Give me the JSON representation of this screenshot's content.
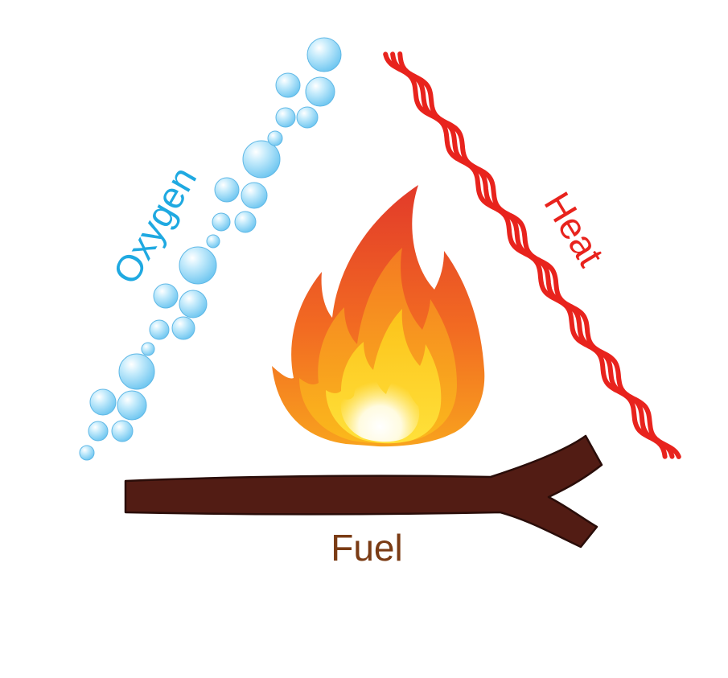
{
  "labels": {
    "oxygen": "Oxygen",
    "heat": "Heat",
    "fuel": "Fuel"
  },
  "colors": {
    "oxygen": "#1fa9e1",
    "heat": "#e8231d",
    "fuel": "#7a3b14",
    "log_fill": "#521c14",
    "log_outline": "#2a0d09",
    "bubble_fill": "#8fd3f5",
    "flame_outer": "#e8522c",
    "flame_mid": "#f6921e",
    "flame_inner": "#ffd11a"
  },
  "icons": {
    "oxygen": "bubbles-icon",
    "heat": "heat-waves-icon",
    "fuel": "log-icon",
    "center": "flame-icon"
  }
}
